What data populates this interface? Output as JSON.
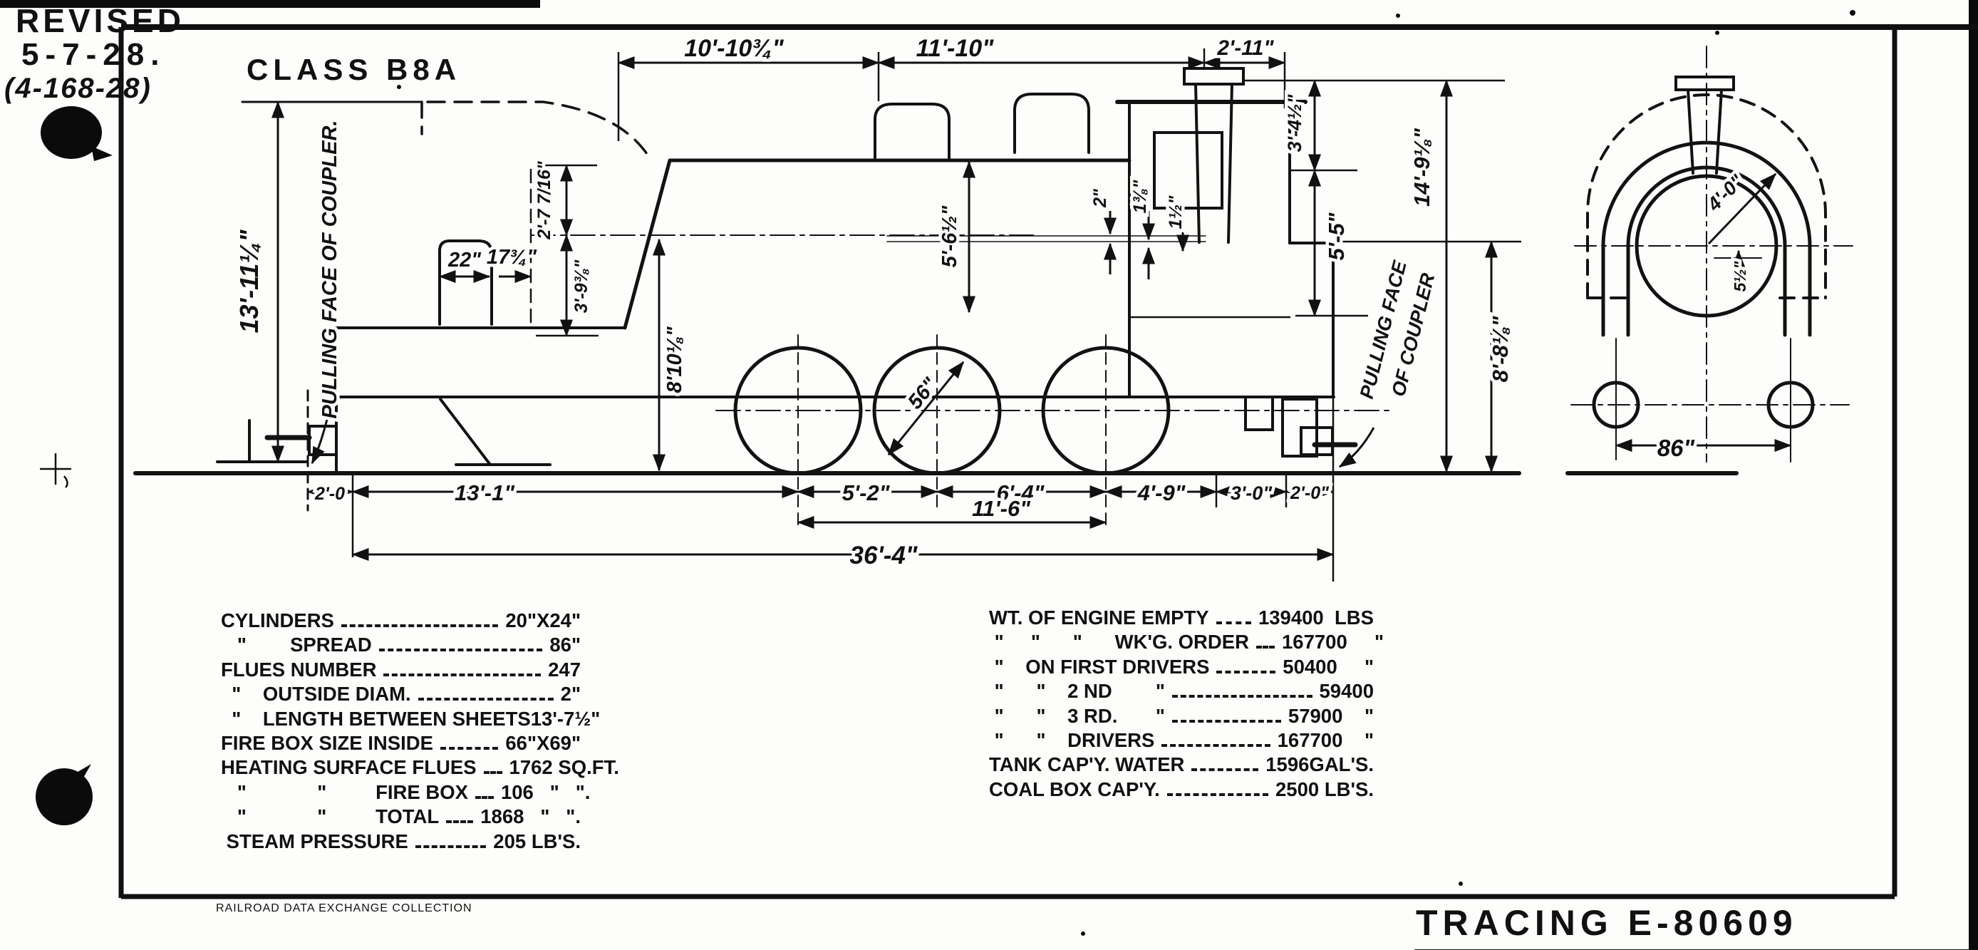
{
  "revision": {
    "line1": "REVISED",
    "line2": "5-7-28.",
    "line3": "(4-168-28)"
  },
  "title": "CLASS B8A",
  "tracing_number": "TRACING E-80609",
  "collection_note": "RAILROAD DATA EXCHANGE COLLECTION",
  "dims": {
    "top1": "10'-10¾\"",
    "top2": "11'-10\"",
    "top3": "2'-11\"",
    "height_left": "13'-11¼\"",
    "coupler_note_left": "PULLING FACE OF COUPLER.",
    "d22": "22\"",
    "d17": "17¾\"",
    "d2_7": "2'-7 7/16\"",
    "d3_9": "3'-9⅜\"",
    "d8_10": "8'10⅛\"",
    "d5_6": "5'-6½\"",
    "d2": "2\"",
    "d1_38": "1⅜\"",
    "d1_12": "1½\"",
    "d56": "56\"",
    "d3_4": "3'-4½\"",
    "d5_5": "5'-5\"",
    "d14_9": "14'-9⅛\"",
    "d8_8": "8'-8⅛\"",
    "coupler_note_right1": "PULLING FACE",
    "coupler_note_right2": "OF COUPLER",
    "b_row": [
      "2'-0",
      "13'-1\"",
      "5'-2\"",
      "6'-4\"",
      "4'-9\"",
      "3'-0\"",
      "2'-0\""
    ],
    "b11": "11'-6\"",
    "b36": "36'-4\"",
    "d4_0": "4'-0\"",
    "d5_12": "5½\"",
    "d86": "86\""
  },
  "spec": {
    "left": [
      {
        "label": "CYLINDERS",
        "value": "20\"X24\"",
        "leader": true
      },
      {
        "label": "   \"        SPREAD",
        "value": "86\"",
        "leader": true
      },
      {
        "label": "FLUES NUMBER",
        "value": "247",
        "leader": true
      },
      {
        "label": "  \"    OUTSIDE DIAM.",
        "value": "2\"",
        "leader": true
      },
      {
        "label": "  \"    LENGTH BETWEEN SHEETS",
        "value": "13'-7½\"",
        "leader": false
      },
      {
        "label": "FIRE BOX SIZE INSIDE",
        "value": "66\"X69\"",
        "leader": true
      },
      {
        "label": "HEATING SURFACE FLUES",
        "value": "1762 SQ.FT.",
        "leader": true
      },
      {
        "label": "   \"             \"         FIRE BOX",
        "value": "106   \"   \".",
        "leader": true
      },
      {
        "label": "   \"             \"         TOTAL",
        "value": "1868   \"   \".",
        "leader": true
      },
      {
        "label": " STEAM PRESSURE",
        "value": "205 LB'S.",
        "leader": true
      }
    ],
    "right": [
      {
        "label": "WT. OF ENGINE EMPTY",
        "value": "139400  LBS",
        "leader": true
      },
      {
        "label": " \"     \"      \"      WK'G. ORDER",
        "value": "167700     \"",
        "leader": true
      },
      {
        "label": " \"    ON FIRST DRIVERS",
        "value": "50400     \"",
        "leader": true
      },
      {
        "label": " \"      \"    2 ND        \"",
        "value": "59400",
        "leader": true
      },
      {
        "label": " \"      \"    3 RD.       \"",
        "value": "57900    \"",
        "leader": true
      },
      {
        "label": " \"      \"    DRIVERS",
        "value": "167700    \"",
        "leader": true
      },
      {
        "label": "TANK CAP'Y. WATER",
        "value": "1596GAL'S.",
        "leader": true
      },
      {
        "label": "COAL BOX CAP'Y.",
        "value": "2500 LB'S.",
        "leader": true
      }
    ]
  }
}
